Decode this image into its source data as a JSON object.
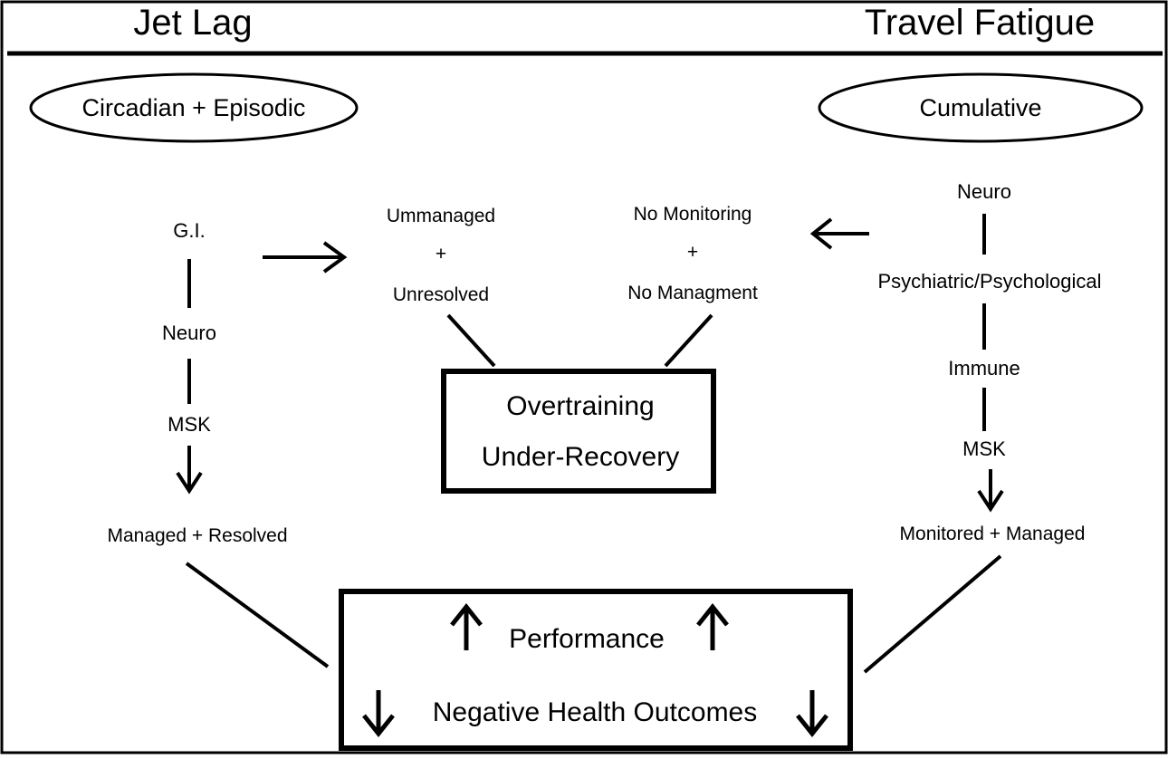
{
  "headers": {
    "left": "Jet Lag",
    "right": "Travel Fatigue"
  },
  "left": {
    "ellipse_label": "Circadian + Episodic",
    "chain": [
      "G.I.",
      "Neuro",
      "MSK"
    ],
    "outcome": "Managed + Resolved"
  },
  "right": {
    "ellipse_label": "Cumulative",
    "chain": [
      "Neuro",
      "Psychiatric/Psychological",
      "Immune",
      "MSK"
    ],
    "outcome": "Monitored + Managed"
  },
  "center": {
    "left_group": [
      "Ummanaged",
      "+",
      "Unresolved"
    ],
    "right_group": [
      "No Monitoring",
      "+",
      "No Managment"
    ],
    "box": [
      "Overtraining",
      "Under-Recovery"
    ]
  },
  "bottom_box": {
    "line1": "Performance",
    "line2": "Negative Health Outcomes"
  }
}
